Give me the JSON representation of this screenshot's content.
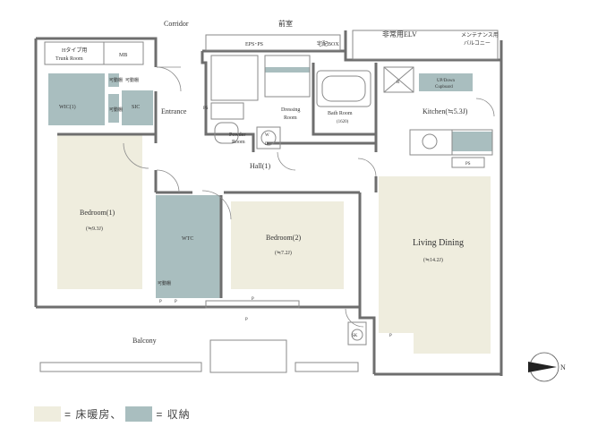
{
  "colors": {
    "floor_heating": "#efedde",
    "storage": "#a9bebf",
    "wall": "#6e6e6e",
    "line": "#8a8a8a"
  },
  "labels": {
    "corridor": "Corridor",
    "front_room": "前室",
    "eps_ps": "EPS･PS",
    "delivery_box": "宅配BOX",
    "emergency_elv": "非常用ELV",
    "maintenance_balcony_1": "メンテナンス用",
    "maintenance_balcony_2": "バルコニー",
    "trunk_room_1": "Hタイプ用",
    "trunk_room_2": "Trunk Room",
    "mb": "MB",
    "wic": "WIC(1)",
    "sic": "SIC",
    "closet_1": "可動棚",
    "closet_2": "可動棚",
    "closet_3": "可動棚",
    "entrance": "Entrance",
    "ps_left": "PS",
    "powder_room_1": "Powder",
    "powder_room_2": "Room",
    "dressing_room_1": "Dressing",
    "dressing_room_2": "Room",
    "bath_room": "Bath Room",
    "bath_size": "(1620)",
    "r_mark": "R",
    "updown_1": "UP/Down",
    "updown_2": "Cupboard",
    "kitchen": "Kitchen(≒5.3J)",
    "ps_kitchen": "PS",
    "hall": "Hall(1)",
    "wd_w": "W",
    "wd_d": "D",
    "bedroom1": "Bedroom(1)",
    "bedroom1_size": "(≒9.3J)",
    "wtc": "WTC",
    "wtc_shelf": "可動棚",
    "bedroom2": "Bedroom(2)",
    "bedroom2_size": "(≒7.2J)",
    "living": "Living Dining",
    "living_size": "(≒14.2J)",
    "p1": "P",
    "p2": "P",
    "p3": "P",
    "p4": "P",
    "p5": "P",
    "sk": "SK",
    "balcony": "Balcony",
    "north": "N"
  },
  "legend": {
    "floor_heating_text": "= 床暖房、",
    "storage_text": "= 収納"
  }
}
